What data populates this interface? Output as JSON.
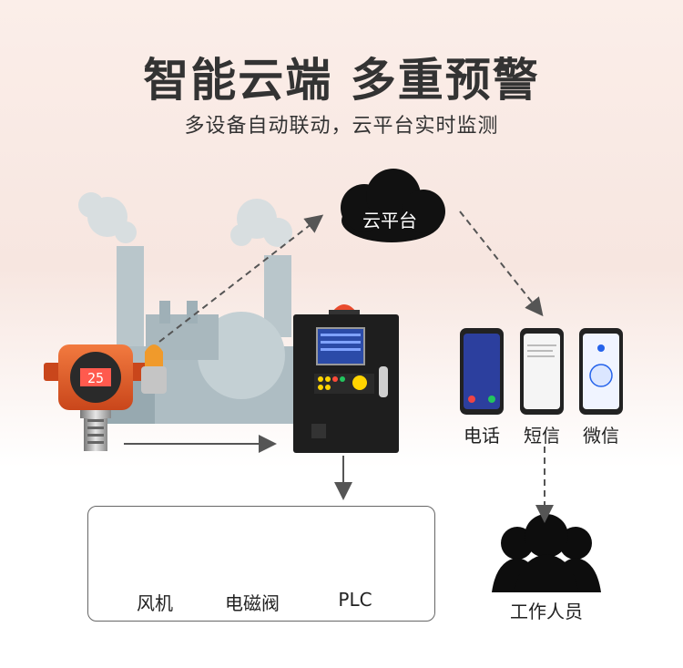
{
  "header": {
    "title": "智能云端 多重预警",
    "subtitle": "多设备自动联动，云平台实时监测"
  },
  "cloud": {
    "label": "云平台"
  },
  "detector": {
    "display_value": "25"
  },
  "alerts": [
    {
      "label": "电话"
    },
    {
      "label": "短信"
    },
    {
      "label": "微信"
    }
  ],
  "devices": [
    {
      "label": "风机"
    },
    {
      "label": "电磁阀"
    },
    {
      "label": "PLC"
    }
  ],
  "staff": {
    "label": "工作人员"
  },
  "colors": {
    "title": "#333333",
    "factory": "#b9c6cb",
    "detector_orange": "#e8612c",
    "cabinet": "#1e1e1e",
    "cloud": "#111111"
  }
}
